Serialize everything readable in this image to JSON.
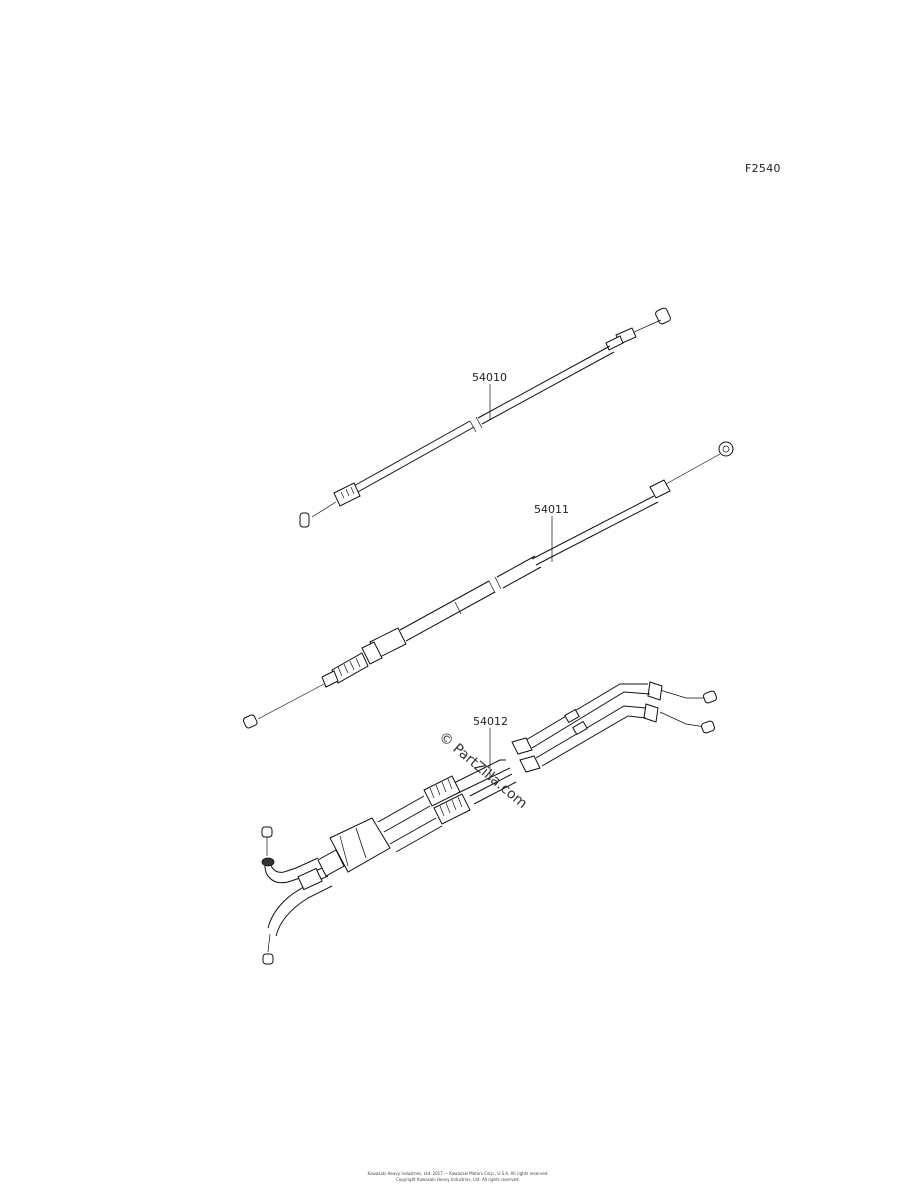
{
  "diagram": {
    "reference_code": "F2540",
    "parts": [
      {
        "number": "54010"
      },
      {
        "number": "54011"
      },
      {
        "number": "54012"
      }
    ],
    "watermark": "© PartZilla.com",
    "footer": {
      "line1": "Kawasaki Heavy Industries, Ltd. 2017 — Kawasaki Motors Corp., U.S.A. All rights reserved.",
      "line2": "Copyright Kawasaki Heavy Industries, Ltd. All rights reserved."
    }
  }
}
